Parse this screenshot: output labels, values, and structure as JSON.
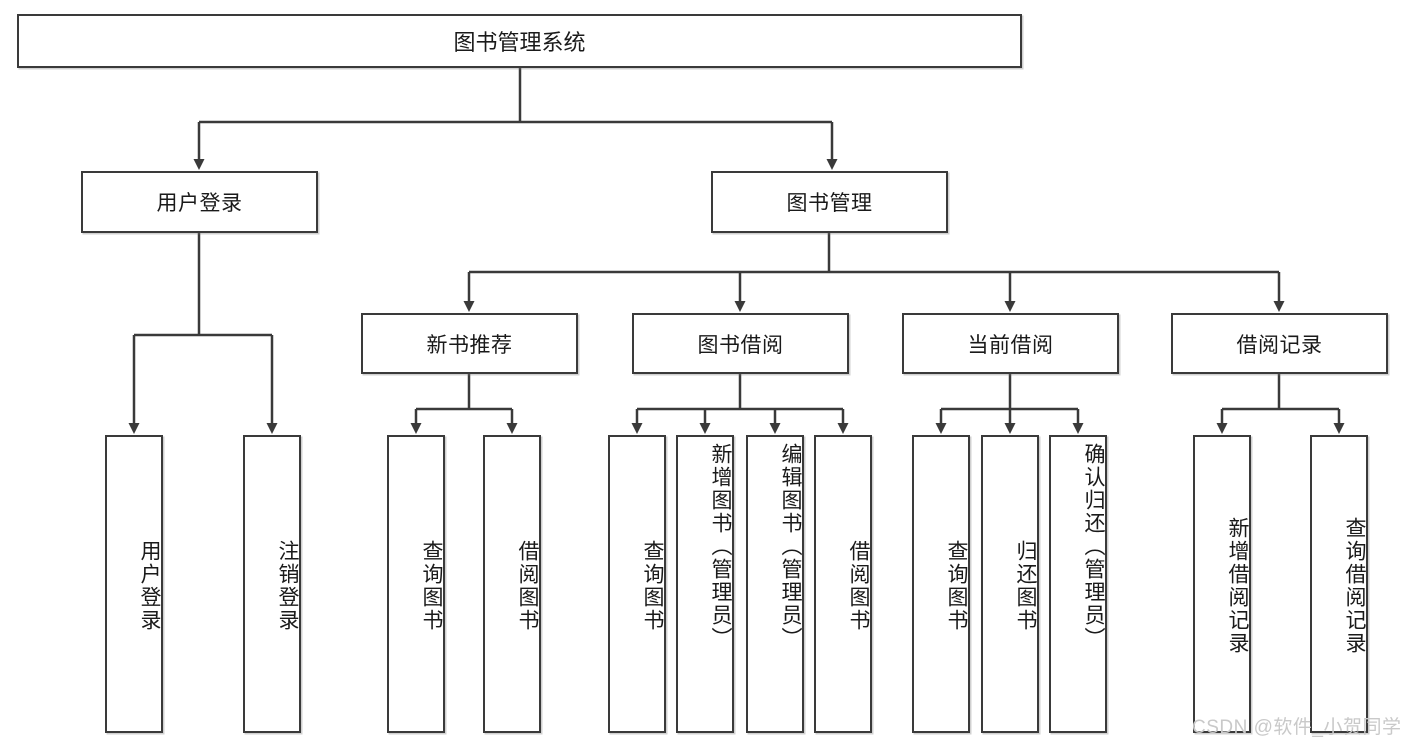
{
  "diagram": {
    "type": "hierarchy-tree",
    "title": "图书管理系统",
    "watermark": "CSDN @软件_小贺同学",
    "colors": {
      "stroke": "#3a3a3a",
      "fill": "#ffffff",
      "text": "#1a1a1a",
      "watermark": "#c9c9c9"
    },
    "nodes": {
      "root": "图书管理系统",
      "level2": [
        "用户登录",
        "图书管理"
      ],
      "level3": [
        "新书推荐",
        "图书借阅",
        "当前借阅",
        "借阅记录"
      ],
      "leaves": {
        "user_login": [
          "用户登录",
          "注销登录"
        ],
        "new_book": [
          "查询图书",
          "借阅图书"
        ],
        "book_borrow": [
          "查询图书",
          "新增图书（管理员）",
          "编辑图书（管理员）",
          "借阅图书"
        ],
        "current_borrow": [
          "查询图书",
          "归还图书",
          "确认归还（管理员）"
        ],
        "borrow_record": [
          "新增借阅记录",
          "查询借阅记录"
        ]
      }
    }
  }
}
